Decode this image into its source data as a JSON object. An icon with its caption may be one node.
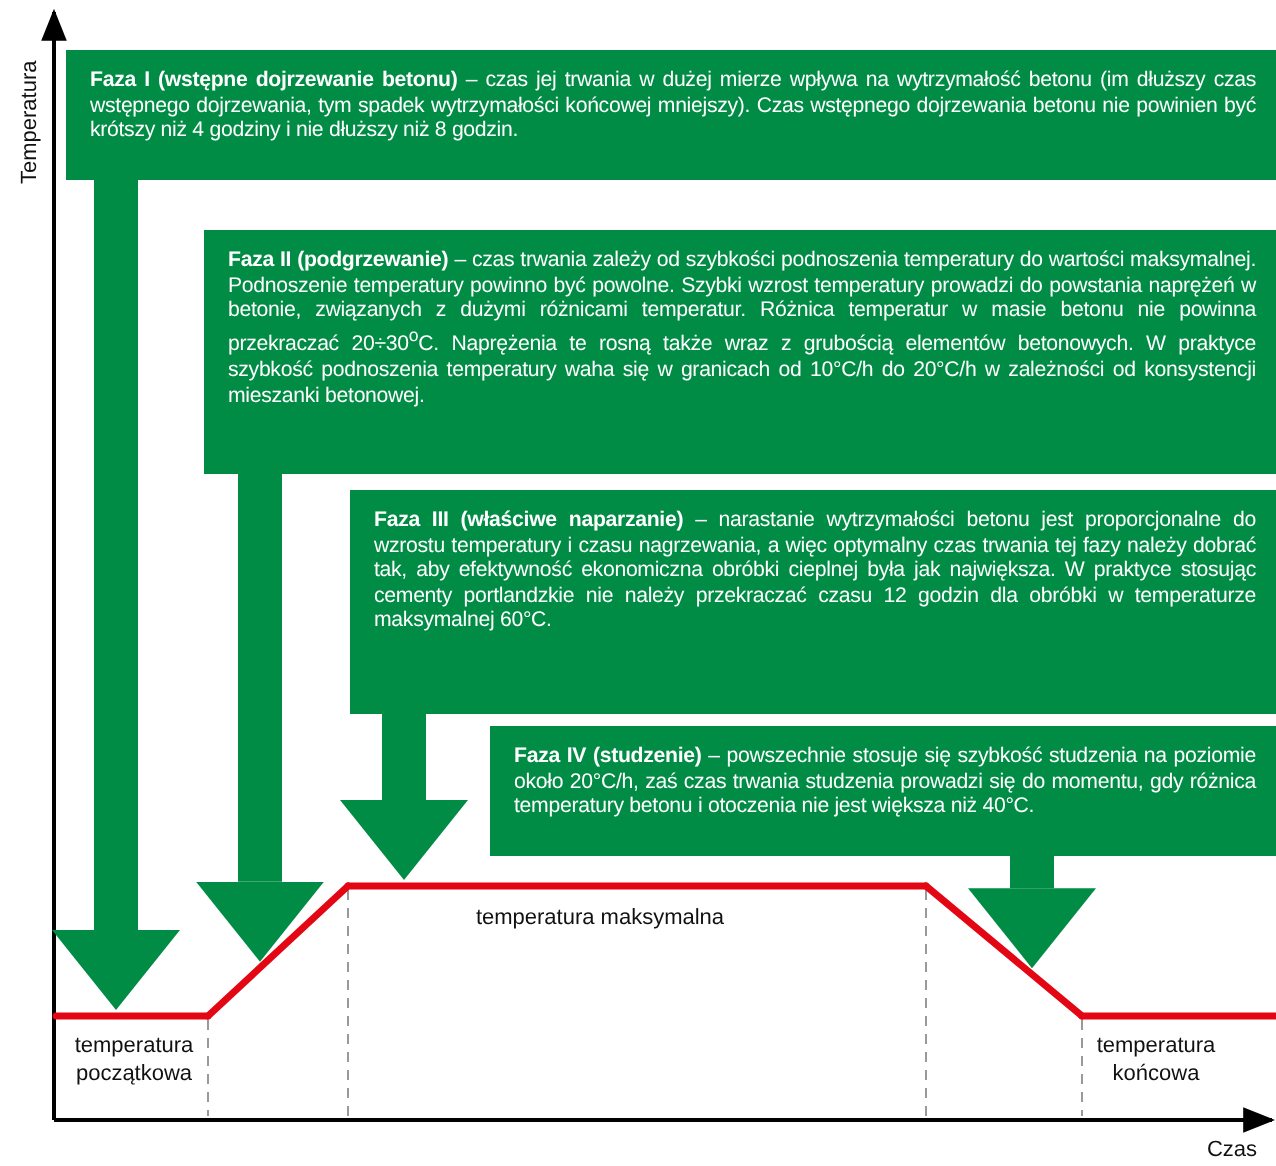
{
  "diagram": {
    "nodes": [
      {
        "text": [
          "**Faza I (wstępne dojrzewanie betonu)** – czas jej trwania w dużej mierze wpływa na wytrzymałość betonu (im dłuższy czas wstępnego dojrzewania, tym spadek wytrzymałości końcowej mniejszy). Czas wstępnego dojrzewania betonu nie powinien być krótszy niż 4 godziny i nie dłuższy niż 8 godzin."
        ]
      },
      {
        "text": [
          "**Faza II (podgrzewanie)** – czas trwania zależy od szybkości podnoszenia temperatury do wartości maksymalnej. Podnoszenie temperatury powinno być powolne. Szybki wzrost temperatury prowadzi do powstania naprężeń w betonie, związanych z dużymi różnicami temperatur. Różnica temperatur w masie betonu nie powinna przekraczać 20÷30$^{o}$C. Naprężenia te rosną także wraz z grubością elementów betonowych. W praktyce szybkość podnoszenia temperatury waha się w granicach od 10°C/h do 20°C/h w zależności od konsystencji mieszanki betonowej."
        ]
      },
      {
        "text": [
          "**Faza III (właściwe naparzanie)** – narastanie wytrzymałości betonu jest proporcjonalne do wzrostu temperatury i czasu nagrzewania, a więc optymalny czas trwania tej fazy należy dobrać tak, aby efektywność ekonomiczna obróbki cieplnej była jak największa. W praktyce stosując cementy portlandzkie nie należy przekraczać czasu 12 godzin dla obróbki w temperaturze maksymalnej 60°C."
        ]
      },
      {
        "text": [
          "**Faza IV (studzenie)** – powszechnie stosuje się szybkość studzenia na poziomie około 20°C/h, zaś czas trwania studzenia prowadzi się do momentu, gdy różnica temperatury betonu i otoczenia nie jest większa niż 40°C."
        ]
      },
      {
        "text": [],
        "shape": "line"
      },
      {
        "text": [],
        "shape": "line"
      },
      {
        "text": [],
        "shape": "line"
      },
      {
        "text": [],
        "shape": "line"
      },
      {
        "text": [],
        "shape": "line"
      }
    ],
    "edges": [
      {
        "from": 0,
        "to": 4,
        "arrow": "to"
      },
      {
        "from": 1,
        "to": 5,
        "arrow": "to"
      },
      {
        "from": 2,
        "to": 6,
        "arrow": "to"
      },
      {
        "from": 3,
        "to": 7,
        "arrow": "to"
      }
    ],
    "labels": [
      "Temperatura",
      "temperatura maksymalna",
      "temperatura początkowa",
      "temperatura końcowa",
      "Czas"
    ]
  }
}
